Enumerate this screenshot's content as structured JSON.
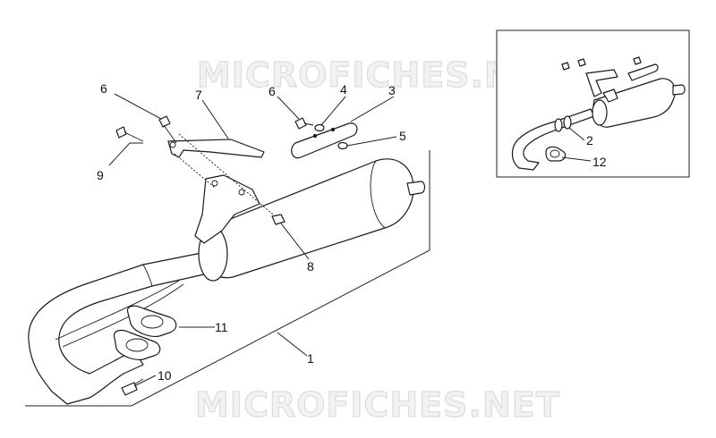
{
  "watermark": {
    "top": "MICROFICHES.NET",
    "bottom": "MICROFICHES.NET"
  },
  "callouts": [
    "1",
    "2",
    "3",
    "4",
    "5",
    "6",
    "6",
    "7",
    "8",
    "9",
    "10",
    "11",
    "12"
  ]
}
